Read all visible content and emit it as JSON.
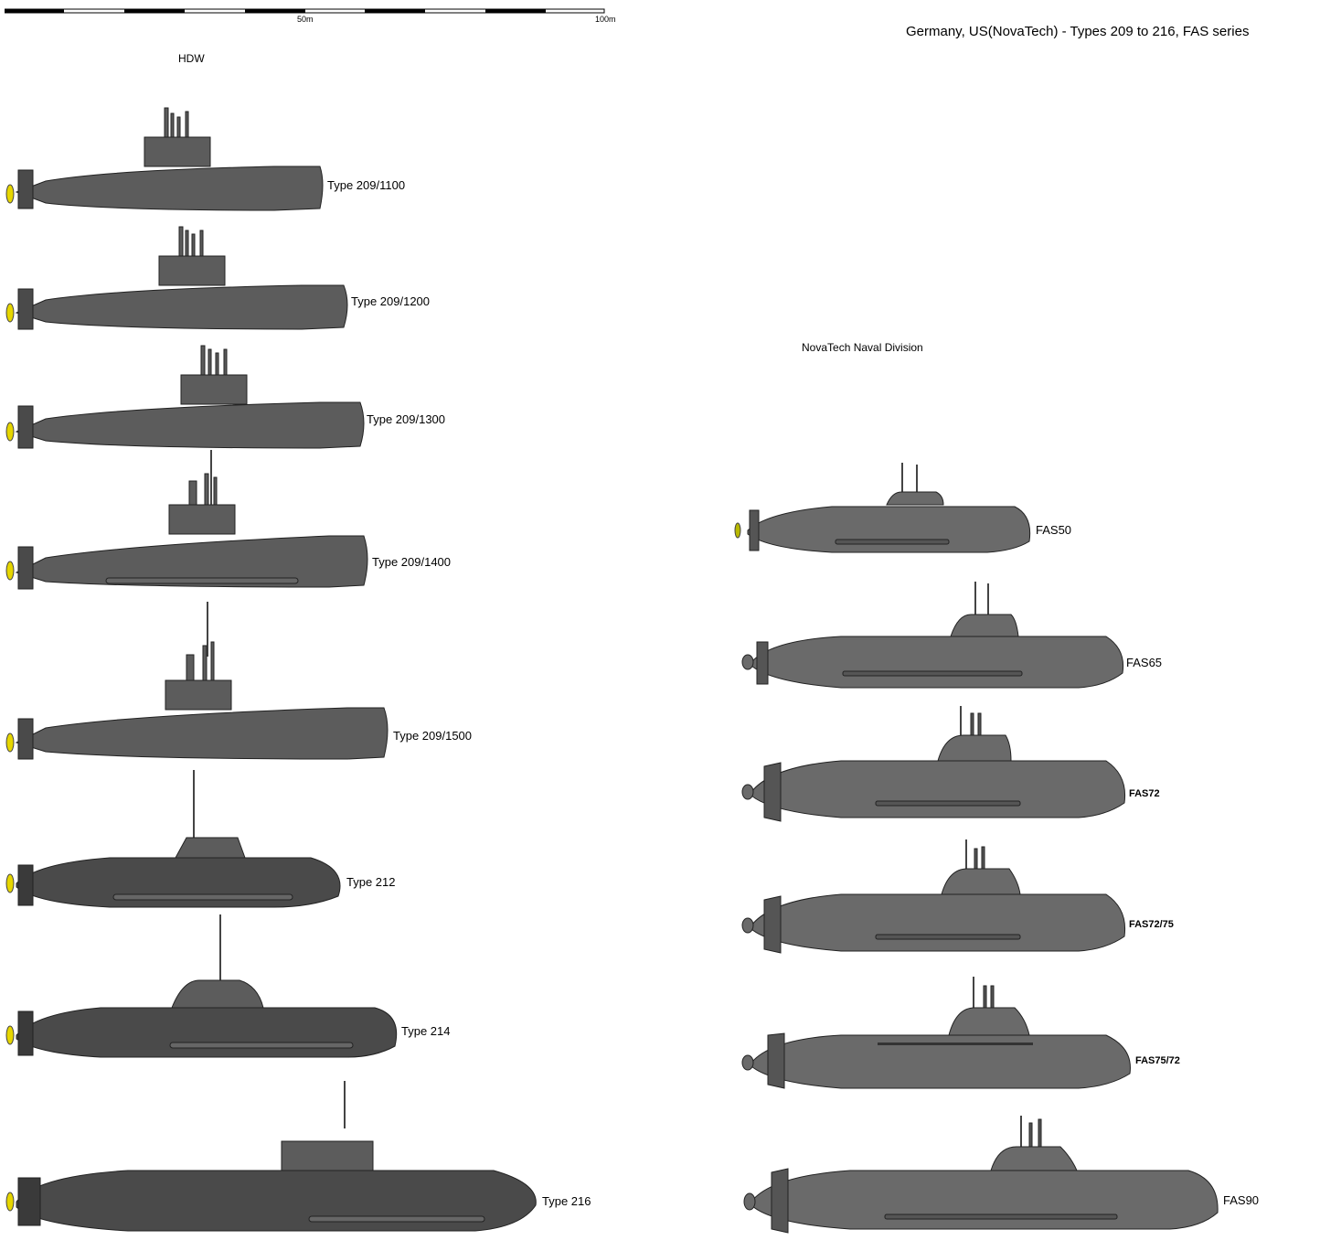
{
  "title": "Germany, US(NovaTech) - Types 209 to 216, FAS series",
  "scale": {
    "mid_label": "50m",
    "end_label": "100m"
  },
  "groups": {
    "left": "HDW",
    "right": "NovaTech Naval Division"
  },
  "left_subs": [
    {
      "label": "Type 209/1100"
    },
    {
      "label": "Type 209/1200"
    },
    {
      "label": "Type 209/1300"
    },
    {
      "label": "Type 209/1400"
    },
    {
      "label": "Type 209/1500"
    },
    {
      "label": "Type 212"
    },
    {
      "label": "Type 214"
    },
    {
      "label": "Type 216"
    }
  ],
  "right_subs": [
    {
      "label": "FAS50"
    },
    {
      "label": "FAS65"
    },
    {
      "label": "FAS72"
    },
    {
      "label": "FAS72/75"
    },
    {
      "label": "FAS75/72"
    },
    {
      "label": "FAS90"
    }
  ],
  "colors": {
    "hull": "#5c5c5c",
    "hull_dark": "#3a3a3a",
    "fas_hull": "#6a6a6a",
    "propeller": "#e6d600"
  }
}
